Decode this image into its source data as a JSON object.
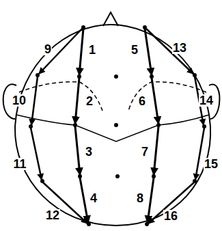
{
  "diagram": {
    "labels": [
      "9",
      "1",
      "5",
      "13",
      "10",
      "2",
      "6",
      "14",
      "11",
      "3",
      "7",
      "15",
      "12",
      "4",
      "8",
      "16"
    ]
  }
}
